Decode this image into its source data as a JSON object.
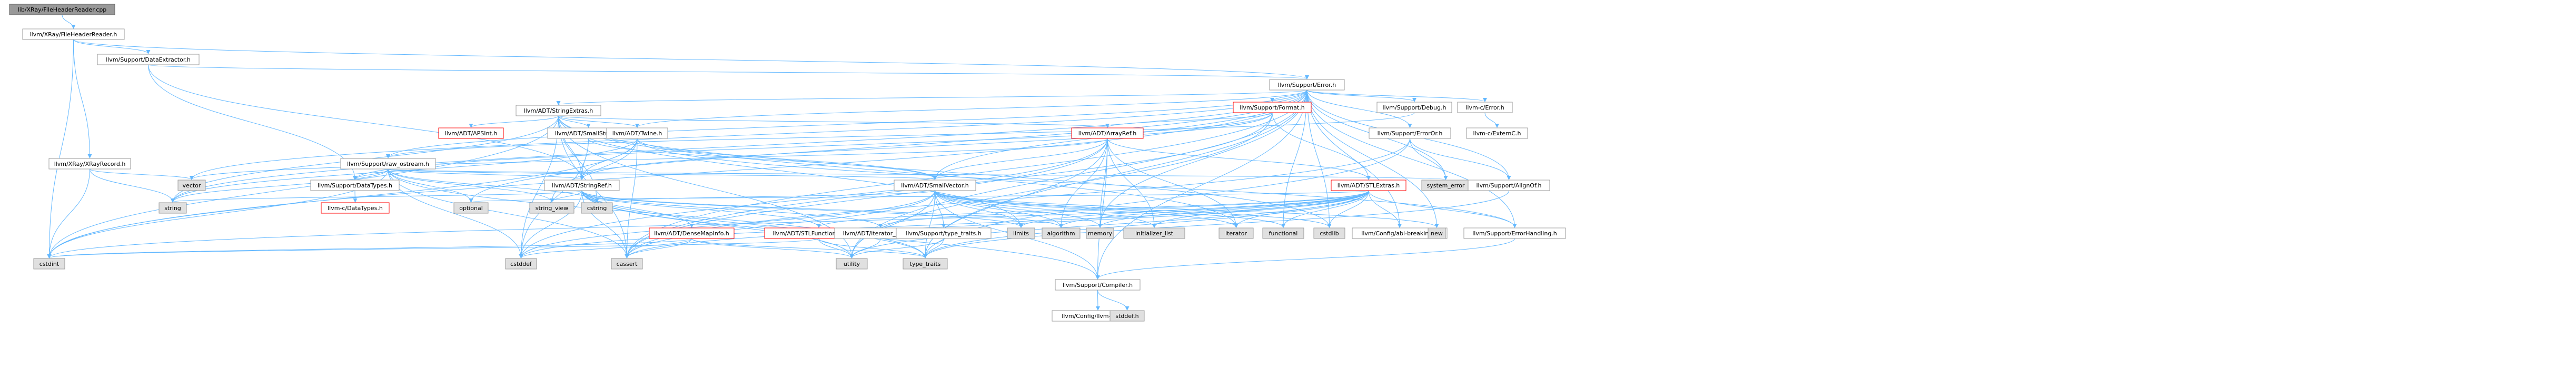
{
  "colors": {
    "edge": "#63b8ff",
    "node_fill": "#ffffff",
    "node_border": "#999999",
    "root_fill": "#999999",
    "root_border": "#666666",
    "truncated_border": "#ff0000",
    "system_fill": "#e0e0e0"
  },
  "nodes": [
    {
      "id": "root",
      "label": "lib/XRay/FileHeaderReader.cpp",
      "kind": "root"
    },
    {
      "id": "fhr",
      "label": "llvm/XRay/FileHeaderReader.h",
      "kind": "header"
    },
    {
      "id": "de",
      "label": "llvm/Support/DataExtractor.h",
      "kind": "header"
    },
    {
      "id": "err",
      "label": "llvm/Support/Error.h",
      "kind": "header"
    },
    {
      "id": "xrec",
      "label": "llvm/XRay/XRayRecord.h",
      "kind": "header"
    },
    {
      "id": "strext",
      "label": "llvm/ADT/StringExtras.h",
      "kind": "header"
    },
    {
      "id": "fmt",
      "label": "llvm/Support/Format.h",
      "kind": "truncated"
    },
    {
      "id": "dbg",
      "label": "llvm/Support/Debug.h",
      "kind": "header"
    },
    {
      "id": "cerr",
      "label": "llvm-c/Error.h",
      "kind": "header"
    },
    {
      "id": "rawos",
      "label": "llvm/Support/raw_ostream.h",
      "kind": "header"
    },
    {
      "id": "apsint",
      "label": "llvm/ADT/APSInt.h",
      "kind": "truncated"
    },
    {
      "id": "smallstr",
      "label": "llvm/ADT/SmallString.h",
      "kind": "header"
    },
    {
      "id": "twine",
      "label": "llvm/ADT/Twine.h",
      "kind": "header"
    },
    {
      "id": "arrayref",
      "label": "llvm/ADT/ArrayRef.h",
      "kind": "truncated"
    },
    {
      "id": "erroror",
      "label": "llvm/Support/ErrorOr.h",
      "kind": "header"
    },
    {
      "id": "cextern",
      "label": "llvm-c/ExternC.h",
      "kind": "header"
    },
    {
      "id": "vector",
      "label": "vector",
      "kind": "system"
    },
    {
      "id": "dtypes",
      "label": "llvm/Support/DataTypes.h",
      "kind": "header"
    },
    {
      "id": "strref",
      "label": "llvm/ADT/StringRef.h",
      "kind": "header"
    },
    {
      "id": "smallvec",
      "label": "llvm/ADT/SmallVector.h",
      "kind": "header"
    },
    {
      "id": "stlext",
      "label": "llvm/ADT/STLExtras.h",
      "kind": "truncated"
    },
    {
      "id": "syserr",
      "label": "system_error",
      "kind": "system"
    },
    {
      "id": "alignof",
      "label": "llvm/Support/AlignOf.h",
      "kind": "header"
    },
    {
      "id": "string",
      "label": "string",
      "kind": "system"
    },
    {
      "id": "cdtypes",
      "label": "llvm-c/DataTypes.h",
      "kind": "truncated"
    },
    {
      "id": "optional",
      "label": "optional",
      "kind": "system"
    },
    {
      "id": "strview",
      "label": "string_view",
      "kind": "system"
    },
    {
      "id": "cstring",
      "label": "cstring",
      "kind": "system"
    },
    {
      "id": "densemap",
      "label": "llvm/ADT/DenseMapInfo.h",
      "kind": "truncated"
    },
    {
      "id": "stlfunc",
      "label": "llvm/ADT/STLFunctionalExtras.h",
      "kind": "truncated"
    },
    {
      "id": "iterrange",
      "label": "llvm/ADT/iterator_range.h",
      "kind": "header"
    },
    {
      "id": "typetraitsh",
      "label": "llvm/Support/type_traits.h",
      "kind": "header"
    },
    {
      "id": "limits",
      "label": "limits",
      "kind": "system"
    },
    {
      "id": "algorithm",
      "label": "algorithm",
      "kind": "system"
    },
    {
      "id": "memory",
      "label": "memory",
      "kind": "system"
    },
    {
      "id": "initlist",
      "label": "initializer_list",
      "kind": "system"
    },
    {
      "id": "iterator",
      "label": "iterator",
      "kind": "system"
    },
    {
      "id": "functional",
      "label": "functional",
      "kind": "system"
    },
    {
      "id": "cstdlib",
      "label": "cstdlib",
      "kind": "system"
    },
    {
      "id": "cfgabi",
      "label": "llvm/Config/abi-breaking.h",
      "kind": "header"
    },
    {
      "id": "new",
      "label": "new",
      "kind": "system"
    },
    {
      "id": "errhand",
      "label": "llvm/Support/ErrorHandling.h",
      "kind": "header"
    },
    {
      "id": "cstdint",
      "label": "cstdint",
      "kind": "system"
    },
    {
      "id": "cstddef",
      "label": "cstddef",
      "kind": "system"
    },
    {
      "id": "cassert",
      "label": "cassert",
      "kind": "system"
    },
    {
      "id": "utility",
      "label": "utility",
      "kind": "system"
    },
    {
      "id": "typetraits",
      "label": "type_traits",
      "kind": "system"
    },
    {
      "id": "compiler",
      "label": "llvm/Support/Compiler.h",
      "kind": "header"
    },
    {
      "id": "cfgllvm",
      "label": "llvm/Config/llvm-config.h",
      "kind": "header"
    },
    {
      "id": "stddef",
      "label": "stddef.h",
      "kind": "system"
    }
  ],
  "edges": [
    [
      "root",
      "fhr"
    ],
    [
      "fhr",
      "de"
    ],
    [
      "fhr",
      "err"
    ],
    [
      "fhr",
      "xrec"
    ],
    [
      "fhr",
      "cstdint"
    ],
    [
      "de",
      "err"
    ],
    [
      "de",
      "dtypes"
    ],
    [
      "de",
      "strref"
    ],
    [
      "xrec",
      "vector"
    ],
    [
      "xrec",
      "string"
    ],
    [
      "xrec",
      "cstdint"
    ],
    [
      "err",
      "strext"
    ],
    [
      "err",
      "twine"
    ],
    [
      "err",
      "fmt"
    ],
    [
      "err",
      "dbg"
    ],
    [
      "err",
      "cerr"
    ],
    [
      "err",
      "erroror"
    ],
    [
      "err",
      "alignof"
    ],
    [
      "err",
      "syserr"
    ],
    [
      "err",
      "errhand"
    ],
    [
      "err",
      "smallvec"
    ],
    [
      "err",
      "compiler"
    ],
    [
      "err",
      "cfgabi"
    ],
    [
      "err",
      "cassert"
    ],
    [
      "err",
      "cstdint"
    ],
    [
      "err",
      "cstdlib"
    ],
    [
      "err",
      "functional"
    ],
    [
      "err",
      "memory"
    ],
    [
      "err",
      "new"
    ],
    [
      "err",
      "optional"
    ],
    [
      "err",
      "string"
    ],
    [
      "err",
      "utility"
    ],
    [
      "err",
      "vector"
    ],
    [
      "err",
      "rawos"
    ],
    [
      "err",
      "typetraits"
    ],
    [
      "strext",
      "apsint"
    ],
    [
      "strext",
      "arrayref"
    ],
    [
      "strext",
      "smallstr"
    ],
    [
      "strext",
      "strref"
    ],
    [
      "strext",
      "twine"
    ],
    [
      "strext",
      "iterator"
    ],
    [
      "strext",
      "cassert"
    ],
    [
      "strext",
      "cstddef"
    ],
    [
      "strext",
      "cstdint"
    ],
    [
      "strext",
      "cstdlib"
    ],
    [
      "strext",
      "cstring"
    ],
    [
      "strext",
      "string"
    ],
    [
      "strext",
      "utility"
    ],
    [
      "strext",
      "limits"
    ],
    [
      "fmt",
      "arrayref"
    ],
    [
      "fmt",
      "strref"
    ],
    [
      "fmt",
      "stlext"
    ],
    [
      "fmt",
      "dtypes"
    ],
    [
      "fmt",
      "cassert"
    ],
    [
      "fmt",
      "cstdio"
    ],
    [
      "fmt",
      "tuple"
    ],
    [
      "fmt",
      "utility"
    ],
    [
      "dbg",
      "rawos"
    ],
    [
      "cerr",
      "cextern"
    ],
    [
      "erroror",
      "alignof"
    ],
    [
      "erroror",
      "syserr"
    ],
    [
      "erroror",
      "typetraits"
    ],
    [
      "erroror",
      "cassert"
    ],
    [
      "alignof",
      "typetraits"
    ],
    [
      "rawos",
      "strref"
    ],
    [
      "rawos",
      "dtypes"
    ],
    [
      "rawos",
      "cassert"
    ],
    [
      "rawos",
      "cstddef"
    ],
    [
      "rawos",
      "cstdint"
    ],
    [
      "rawos",
      "cstring"
    ],
    [
      "rawos",
      "optional"
    ],
    [
      "rawos",
      "string"
    ],
    [
      "rawos",
      "strview"
    ],
    [
      "rawos",
      "syserr"
    ],
    [
      "rawos",
      "typetraits"
    ],
    [
      "rawos",
      "smallvec"
    ],
    [
      "smallstr",
      "smallvec"
    ],
    [
      "smallstr",
      "strref"
    ],
    [
      "smallstr",
      "cstddef"
    ],
    [
      "twine",
      "smallvec"
    ],
    [
      "twine",
      "strref"
    ],
    [
      "twine",
      "errhand"
    ],
    [
      "twine",
      "cassert"
    ],
    [
      "twine",
      "cstdint"
    ],
    [
      "twine",
      "string"
    ],
    [
      "twine",
      "strview"
    ],
    [
      "arrayref",
      "smallvec"
    ],
    [
      "arrayref",
      "stlext"
    ],
    [
      "arrayref",
      "compiler"
    ],
    [
      "arrayref",
      "algorithm"
    ],
    [
      "arrayref",
      "array"
    ],
    [
      "arrayref",
      "cassert"
    ],
    [
      "arrayref",
      "cstddef"
    ],
    [
      "arrayref",
      "initlist"
    ],
    [
      "arrayref",
      "iterator"
    ],
    [
      "arrayref",
      "memory"
    ],
    [
      "arrayref",
      "typetraits"
    ],
    [
      "arrayref",
      "vector"
    ],
    [
      "dtypes",
      "cdtypes"
    ],
    [
      "strref",
      "densemap"
    ],
    [
      "strref",
      "stlfunc"
    ],
    [
      "strref",
      "iterrange"
    ],
    [
      "strref",
      "compiler"
    ],
    [
      "strref",
      "algorithm"
    ],
    [
      "strref",
      "cassert"
    ],
    [
      "strref",
      "cstddef"
    ],
    [
      "strref",
      "cstring"
    ],
    [
      "strref",
      "limits"
    ],
    [
      "strref",
      "string"
    ],
    [
      "strref",
      "strview"
    ],
    [
      "strref",
      "typetraits"
    ],
    [
      "strref",
      "utility"
    ],
    [
      "smallvec",
      "compiler"
    ],
    [
      "smallvec",
      "typetraitsh"
    ],
    [
      "smallvec",
      "algorithm"
    ],
    [
      "smallvec",
      "cassert"
    ],
    [
      "smallvec",
      "cstddef"
    ],
    [
      "smallvec",
      "cstdlib"
    ],
    [
      "smallvec",
      "cstring"
    ],
    [
      "smallvec",
      "functional"
    ],
    [
      "smallvec",
      "initlist"
    ],
    [
      "smallvec",
      "iterator"
    ],
    [
      "smallvec",
      "limits"
    ],
    [
      "smallvec",
      "memory"
    ],
    [
      "smallvec",
      "new"
    ],
    [
      "smallvec",
      "typetraits"
    ],
    [
      "smallvec",
      "utility"
    ],
    [
      "stlext",
      "stlfunc"
    ],
    [
      "stlext",
      "iterrange"
    ],
    [
      "stlext",
      "cfgabi"
    ],
    [
      "stlext",
      "errhand"
    ],
    [
      "stlext",
      "algorithm"
    ],
    [
      "stlext",
      "cassert"
    ],
    [
      "stlext",
      "cstddef"
    ],
    [
      "stlext",
      "cstdint"
    ],
    [
      "stlext",
      "cstdlib"
    ],
    [
      "stlext",
      "functional"
    ],
    [
      "stlext",
      "initlist"
    ],
    [
      "stlext",
      "iterator"
    ],
    [
      "stlext",
      "limits"
    ],
    [
      "stlext",
      "memory"
    ],
    [
      "stlext",
      "optional"
    ],
    [
      "stlext",
      "typetraits"
    ],
    [
      "stlext",
      "utility"
    ],
    [
      "densemap",
      "cassert"
    ],
    [
      "densemap",
      "cstddef"
    ],
    [
      "densemap",
      "cstdint"
    ],
    [
      "densemap",
      "utility"
    ],
    [
      "densemap",
      "typetraits"
    ],
    [
      "stlfunc",
      "typetraits"
    ],
    [
      "stlfunc",
      "utility"
    ],
    [
      "stlfunc",
      "cstdint"
    ],
    [
      "iterrange",
      "utility"
    ],
    [
      "typetraitsh",
      "typetraits"
    ],
    [
      "typetraitsh",
      "utility"
    ],
    [
      "errhand",
      "compiler"
    ],
    [
      "compiler",
      "cfgllvm"
    ],
    [
      "compiler",
      "stddef"
    ]
  ]
}
